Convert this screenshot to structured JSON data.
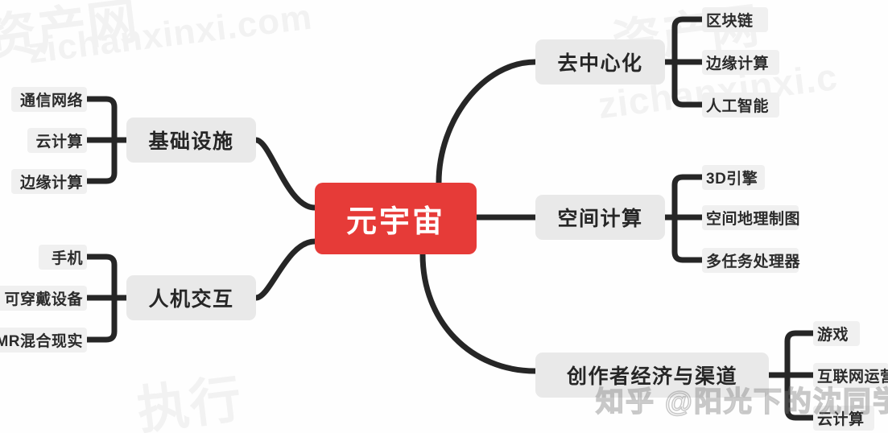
{
  "map": {
    "title": "元宇宙",
    "root": {
      "label": "元宇宙",
      "color": "#e63b38",
      "text_color": "#ffffff"
    },
    "branch_color": "#e9e9e9",
    "leaf_color": "#f0f0f0",
    "link_color": "#262626",
    "branches": [
      {
        "label": "基础设施",
        "side": "left",
        "children": [
          {
            "label": "通信网络"
          },
          {
            "label": "云计算"
          },
          {
            "label": "边缘计算"
          }
        ]
      },
      {
        "label": "人机交互",
        "side": "left",
        "children": [
          {
            "label": "手机"
          },
          {
            "label": "可穿戴设备"
          },
          {
            "label": "MR混合现实"
          }
        ]
      },
      {
        "label": "去中心化",
        "side": "right",
        "children": [
          {
            "label": "区块链"
          },
          {
            "label": "边缘计算"
          },
          {
            "label": "人工智能"
          }
        ]
      },
      {
        "label": "空间计算",
        "side": "right",
        "children": [
          {
            "label": "3D引擎"
          },
          {
            "label": "空间地理制图"
          },
          {
            "label": "多任务处理器"
          }
        ]
      },
      {
        "label": "创作者经济与渠道",
        "side": "right",
        "children": [
          {
            "label": "游戏"
          },
          {
            "label": "互联网运营"
          },
          {
            "label": "云计算"
          }
        ]
      }
    ]
  },
  "watermarks": {
    "foreground": "知乎 @阳光下的沈同学",
    "background": [
      "资产网",
      "zichanxinxi.com",
      "资产网",
      "zichanxinxi.c",
      "执行"
    ]
  }
}
